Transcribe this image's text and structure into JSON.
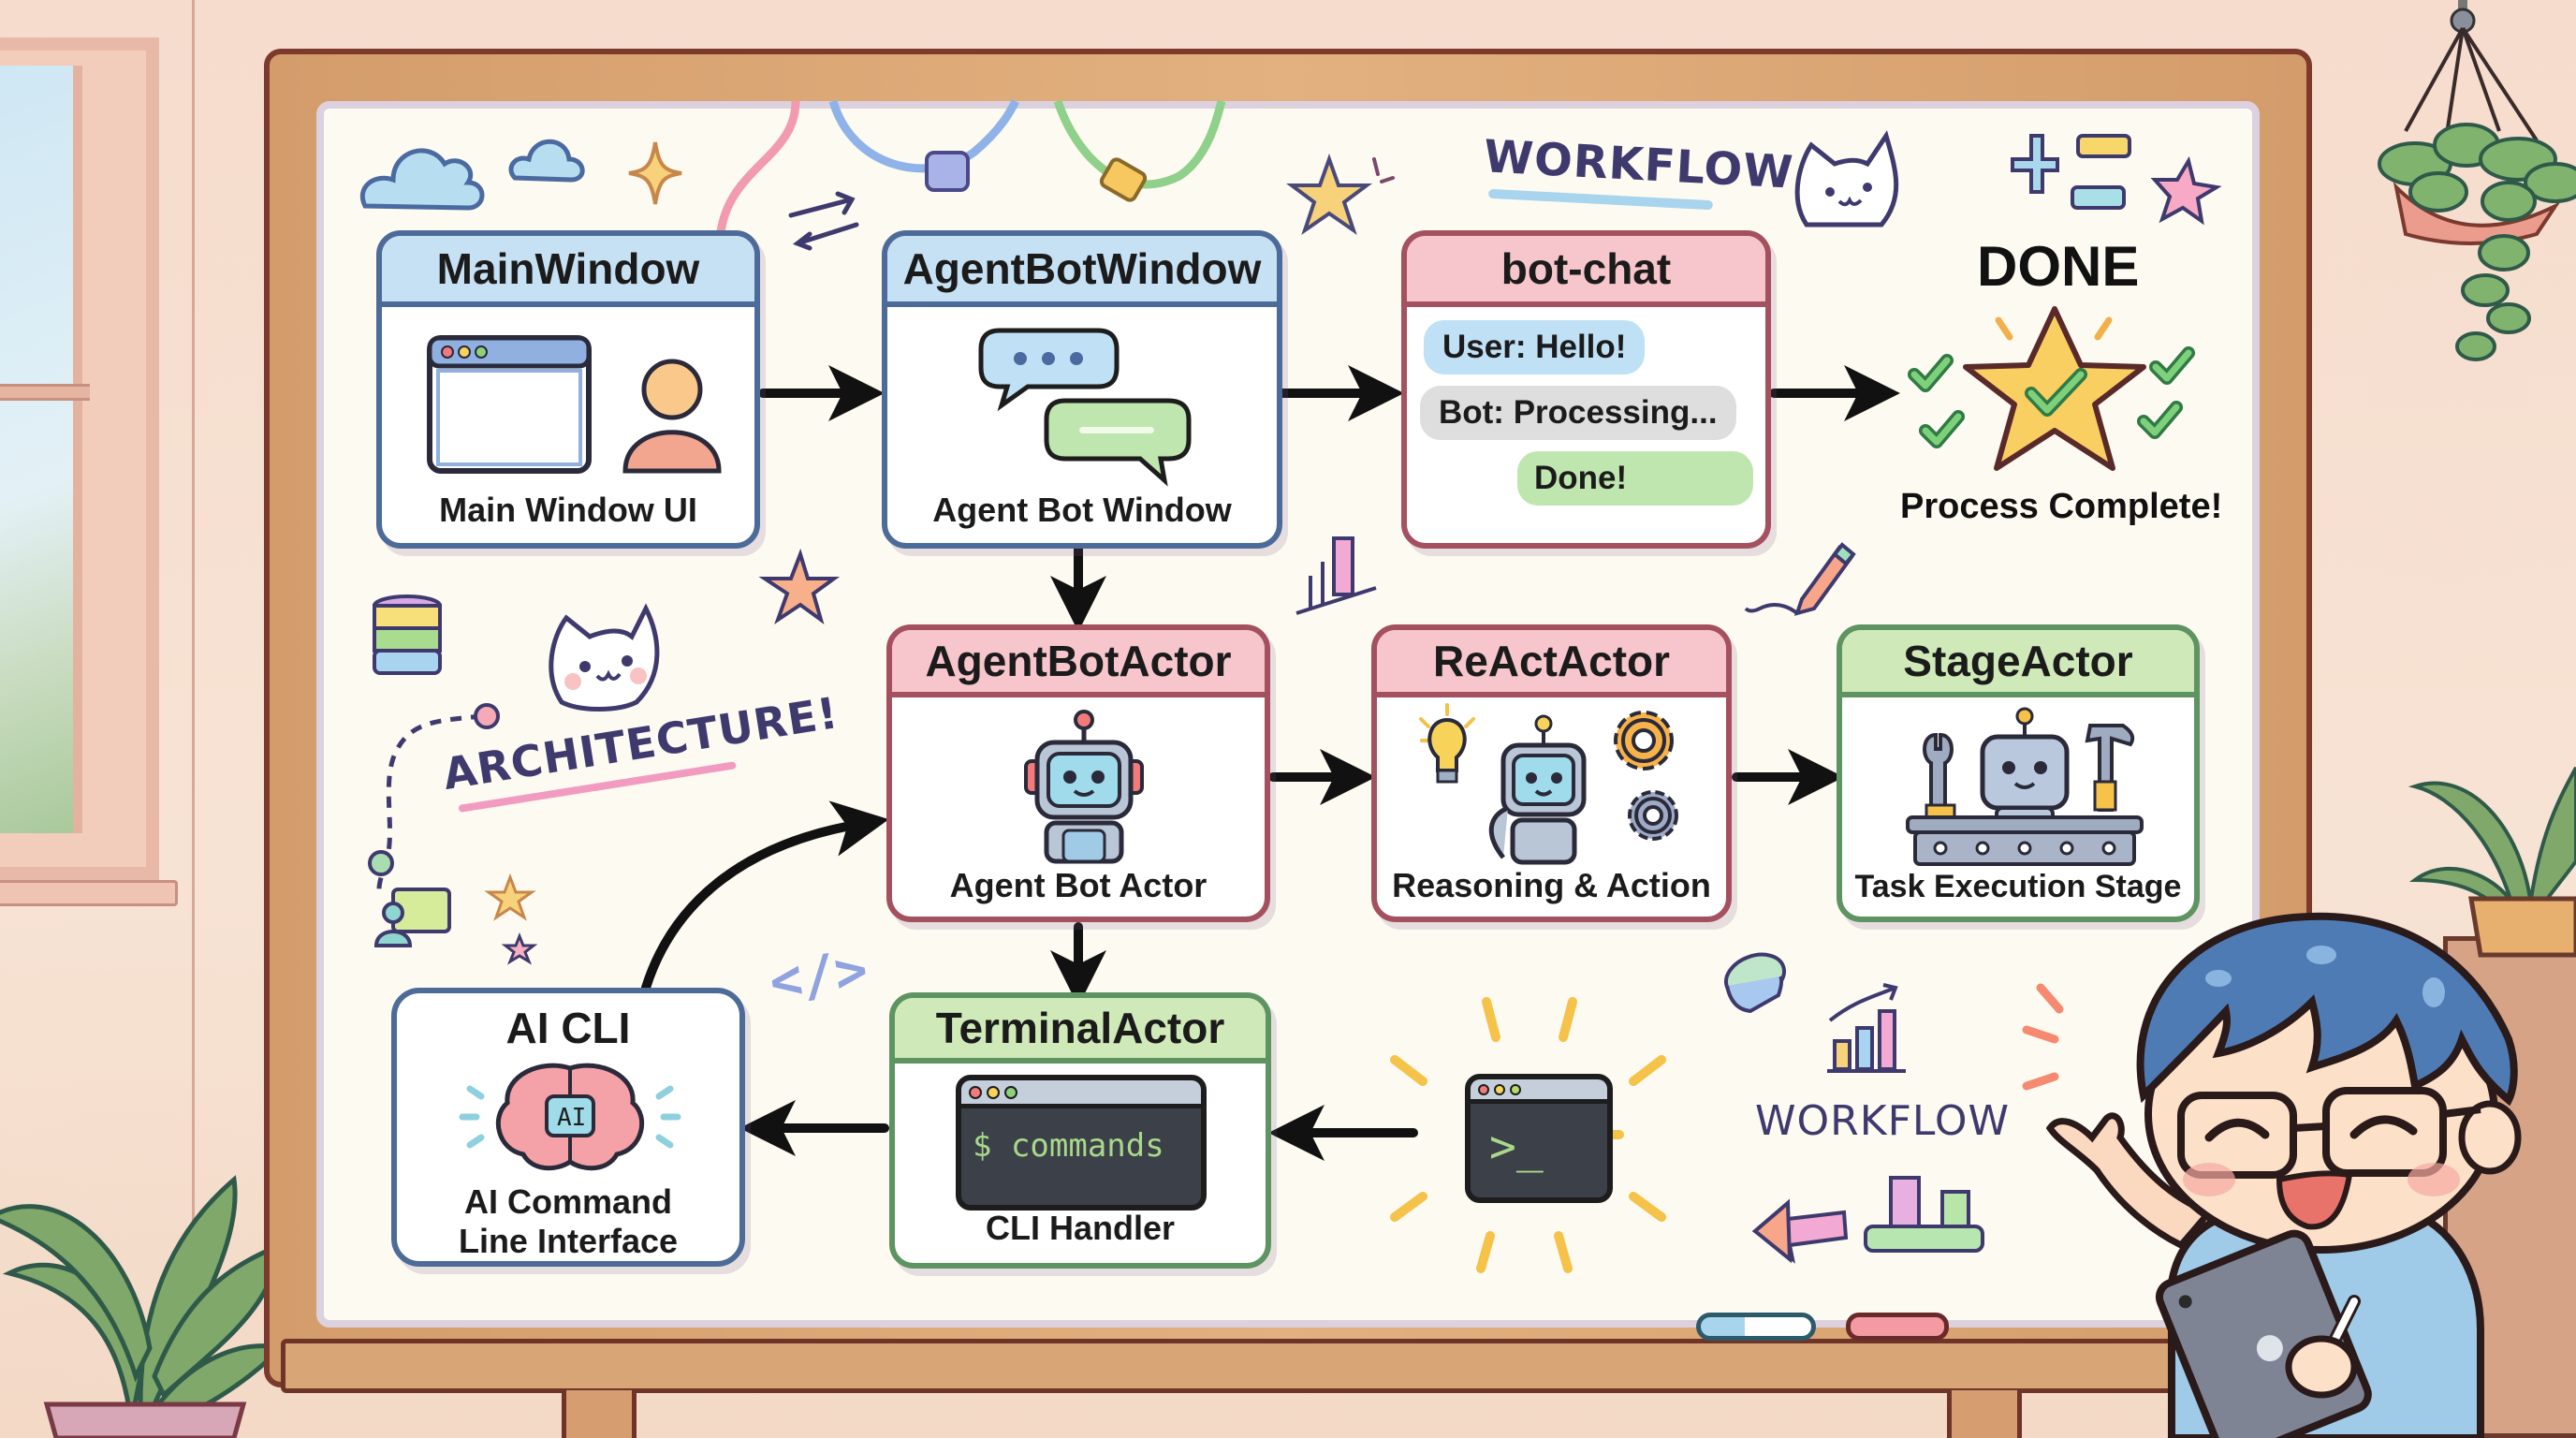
{
  "scene": {
    "description": "Hand-drawn style software architecture diagram on a whiteboard in a cozy room",
    "decorations": {
      "top_label": "WORKFLOW",
      "side_label": "ARCHITECTURE!",
      "bottom_label": "WORKFLOW",
      "code_glyph": "</>"
    }
  },
  "nodes": {
    "main_window": {
      "title": "MainWindow",
      "caption": "Main Window UI",
      "icon": "browser-window-icon"
    },
    "agent_bot_window": {
      "title": "AgentBotWindow",
      "caption": "Agent Bot Window",
      "icon": "chat-bubbles-icon"
    },
    "bot_chat": {
      "title": "bot-chat",
      "messages": [
        {
          "role": "user",
          "text": "User: Hello!"
        },
        {
          "role": "bot",
          "text": "Bot: Processing..."
        },
        {
          "role": "done",
          "text": "Done!"
        }
      ]
    },
    "done": {
      "title": "DONE",
      "caption": "Process Complete!",
      "icon": "star-check-icon"
    },
    "agent_bot_actor": {
      "title": "AgentBotActor",
      "caption": "Agent Bot Actor",
      "icon": "robot-icon"
    },
    "react_actor": {
      "title": "ReActActor",
      "caption": "Reasoning & Action",
      "icon": "robot-thinking-icon"
    },
    "stage_actor": {
      "title": "StageActor",
      "caption": "Task Execution Stage",
      "icon": "robot-workbench-icon"
    },
    "terminal_actor": {
      "title": "TerminalActor",
      "terminal_text": "$ commands",
      "caption": "CLI Handler"
    },
    "ai_cli": {
      "title": "AI CLI",
      "badge": "AI",
      "caption_line1": "AI Command",
      "caption_line2": "Line Interface"
    },
    "terminal_prompt": {
      "prompt": ">_"
    }
  },
  "edges": [
    {
      "from": "MainWindow",
      "to": "AgentBotWindow"
    },
    {
      "from": "AgentBotWindow",
      "to": "bot-chat"
    },
    {
      "from": "bot-chat",
      "to": "DONE"
    },
    {
      "from": "AgentBotWindow",
      "to": "AgentBotActor"
    },
    {
      "from": "AgentBotActor",
      "to": "ReActActor"
    },
    {
      "from": "ReActActor",
      "to": "StageActor"
    },
    {
      "from": "AgentBotActor",
      "to": "TerminalActor"
    },
    {
      "from": "terminal-prompt",
      "to": "TerminalActor"
    },
    {
      "from": "TerminalActor",
      "to": "AI CLI"
    },
    {
      "from": "AI CLI",
      "to": "AgentBotActor"
    }
  ],
  "colors": {
    "window_blue": "#4d6b98",
    "actor_pink": "#a4505f",
    "stage_green": "#5d9461",
    "ink": "#3f3a6e"
  }
}
